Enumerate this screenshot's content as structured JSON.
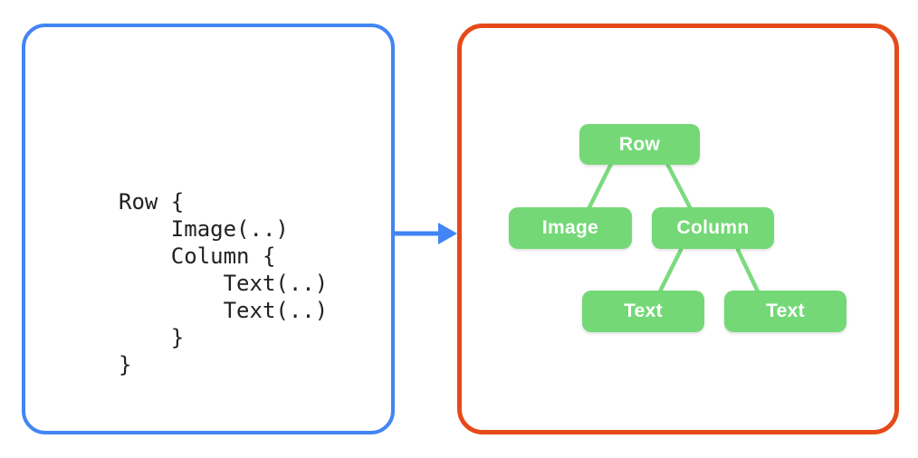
{
  "colors": {
    "background": "#FFFFFF",
    "left_panel_border": "#4285F4",
    "right_panel_border": "#E64A19",
    "node_fill": "#74D877",
    "connector_line": "#7BDB7F",
    "arrow": "#4285F4",
    "code_text": "#202124",
    "node_text": "#FFFFFF"
  },
  "code_panel": {
    "lines": [
      "Row {",
      "    Image(..)",
      "    Column {",
      "        Text(..)",
      "        Text(..)",
      "    }",
      "}"
    ]
  },
  "arrow": {
    "direction": "right"
  },
  "tree_panel": {
    "nodes": [
      {
        "id": "row",
        "label": "Row"
      },
      {
        "id": "image",
        "label": "Image"
      },
      {
        "id": "column",
        "label": "Column"
      },
      {
        "id": "text-1",
        "label": "Text"
      },
      {
        "id": "text-2",
        "label": "Text"
      }
    ],
    "edges": [
      [
        "row",
        "image"
      ],
      [
        "row",
        "column"
      ],
      [
        "column",
        "text-1"
      ],
      [
        "column",
        "text-2"
      ]
    ]
  }
}
